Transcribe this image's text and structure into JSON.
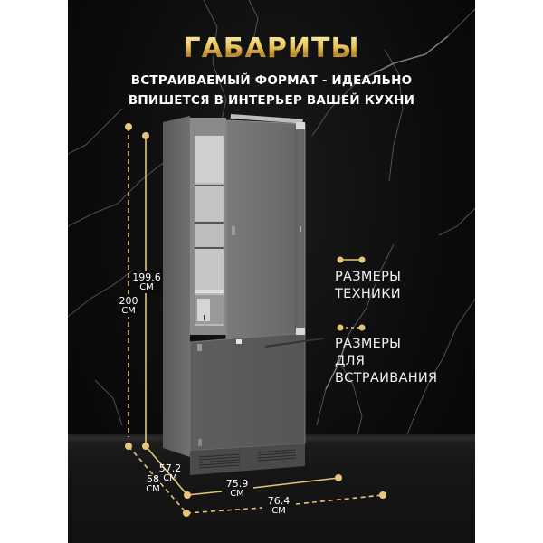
{
  "header": {
    "title": "ГАБАРИТЫ",
    "subtitle_line1": "ВСТРАИВАЕМЫЙ ФОРМАТ - ИДЕАЛЬНО",
    "subtitle_line2": "ВПИШЕТСЯ В ИНТЕРЬЕР ВАШЕЙ КУХНИ"
  },
  "legend": {
    "appliance_dimensions": {
      "line_style": "solid",
      "label_line1": "РАЗМЕРЫ",
      "label_line2": "ТЕХНИКИ"
    },
    "builtin_dimensions": {
      "line_style": "dashed",
      "label_line1": "РАЗМЕРЫ",
      "label_line2": "ДЛЯ",
      "label_line3": "ВСТРАИВАНИЯ"
    }
  },
  "dimensions": {
    "height_appliance": {
      "value": "199.6",
      "unit": "СМ"
    },
    "height_builtin": {
      "value": "200",
      "unit": "СМ"
    },
    "depth_appliance": {
      "value": "57.2",
      "unit": "СМ"
    },
    "depth_builtin": {
      "value": "58",
      "unit": "СМ"
    },
    "width_appliance": {
      "value": "75.9",
      "unit": "СМ"
    },
    "width_builtin": {
      "value": "76.4",
      "unit": "СМ"
    }
  },
  "colors": {
    "gold": "#e6c47a",
    "background": "#0b0b0b",
    "text": "#ffffff",
    "fridge": "#6e6e6e"
  }
}
